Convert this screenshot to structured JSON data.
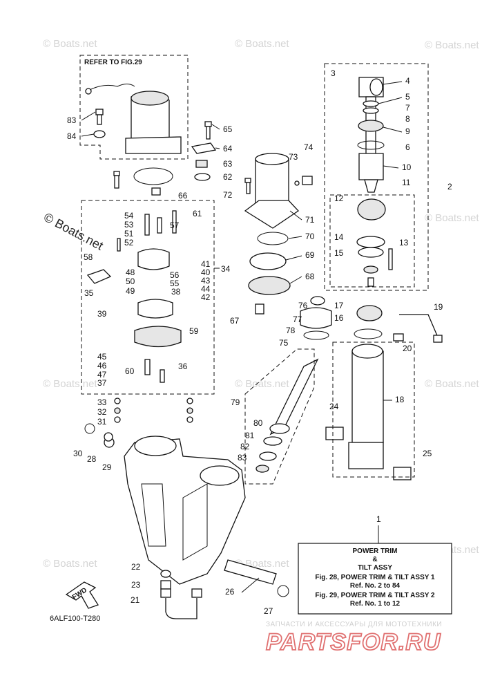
{
  "watermarks": {
    "small": "© Boats.net",
    "large": "© Boats.net"
  },
  "refer_label": "REFER TO FIG.29",
  "diagram_code": "6ALF100-T280",
  "fwd_label": "FWD",
  "legend": {
    "title_line1": "POWER TRIM",
    "title_line2": "&",
    "title_line3": "TILT ASSY",
    "fig28": "Fig. 28, POWER TRIM & TILT ASSY 1",
    "fig28_ref": "Ref. No. 2 to 84",
    "fig29": "Fig. 29, POWER TRIM & TILT ASSY 2",
    "fig29_ref": "Ref. No. 1 to 12"
  },
  "shop": {
    "tagline": "ЗАПЧАСТИ И АКСЕССУАРЫ ДЛЯ МОТОТЕХНИКИ",
    "brand": "PARTSFOR.RU"
  },
  "callouts": [
    "1",
    "2",
    "3",
    "4",
    "5",
    "6",
    "7",
    "8",
    "9",
    "10",
    "11",
    "12",
    "13",
    "14",
    "15",
    "16",
    "17",
    "18",
    "19",
    "20",
    "21",
    "22",
    "23",
    "24",
    "25",
    "26",
    "27",
    "28",
    "29",
    "30",
    "31",
    "32",
    "33",
    "34",
    "35",
    "36",
    "37",
    "38",
    "39",
    "40",
    "41",
    "42",
    "43",
    "44",
    "45",
    "46",
    "47",
    "48",
    "49",
    "50",
    "51",
    "52",
    "53",
    "54",
    "55",
    "56",
    "57",
    "58",
    "59",
    "60",
    "61",
    "62",
    "63",
    "64",
    "65",
    "66",
    "67",
    "68",
    "69",
    "70",
    "71",
    "72",
    "73",
    "74",
    "75",
    "76",
    "77",
    "78",
    "79",
    "80",
    "81",
    "82",
    "83",
    "84"
  ]
}
